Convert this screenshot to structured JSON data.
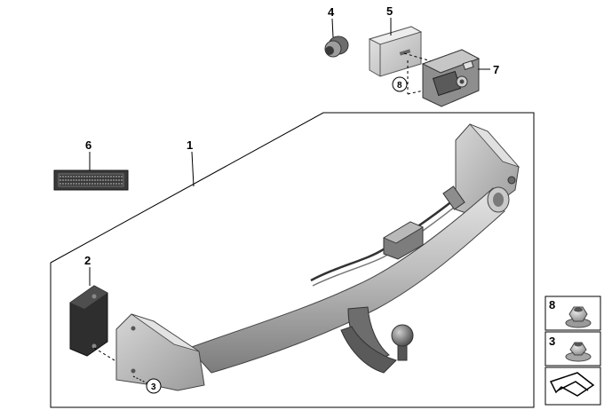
{
  "diagram": {
    "callouts": {
      "c1": "1",
      "c2": "2",
      "c3": "3",
      "c4": "4",
      "c5": "5",
      "c6": "6",
      "c7": "7",
      "c8": "8"
    },
    "legend": {
      "nut_8": "8",
      "nut_3": "3"
    }
  }
}
